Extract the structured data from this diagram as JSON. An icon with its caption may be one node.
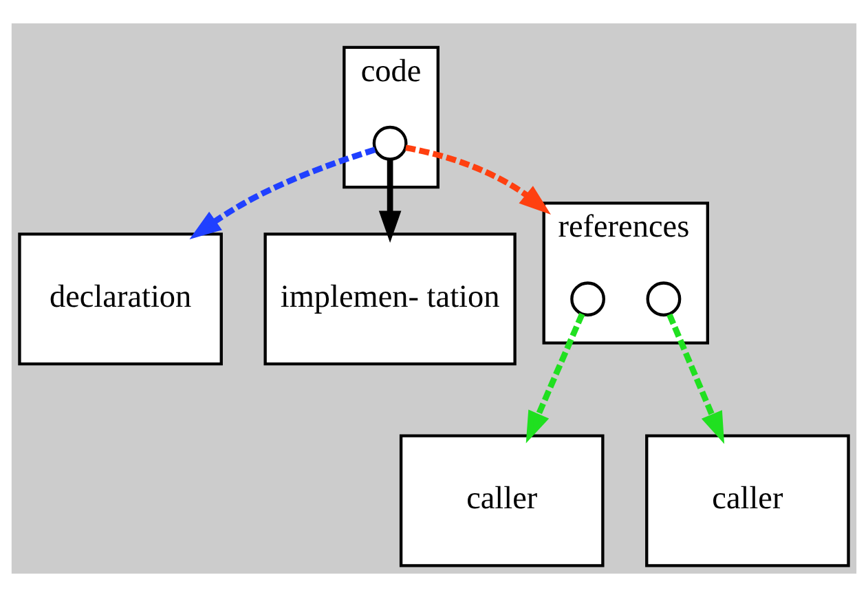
{
  "diagram": {
    "nodes": [
      {
        "text": [
          "declaration"
        ]
      },
      {
        "text": [
          "code"
        ]
      },
      {
        "text": [],
        "shape": "circle",
        "in": 1
      },
      {
        "text": [
          "implemen- tation"
        ]
      },
      {
        "text": [
          "caller"
        ]
      },
      {
        "text": [
          "caller"
        ]
      },
      {
        "text": [
          "references"
        ]
      },
      {
        "text": [],
        "shape": "circle",
        "in": 6
      },
      {
        "text": [],
        "shape": "circle",
        "in": 6
      }
    ],
    "edges": [
      {
        "from": 2,
        "to": 0,
        "arrow": "to",
        "style": "dashed",
        "color": "#2040ff"
      },
      {
        "from": 2,
        "to": 3,
        "arrow": "to",
        "color": "#000000"
      },
      {
        "from": 2,
        "to": 6,
        "arrow": "to",
        "style": "dashed",
        "color": "#ff4010"
      },
      {
        "from": 7,
        "to": 5,
        "arrow": "to",
        "style": "dashed",
        "color": "#20e020"
      },
      {
        "from": 8,
        "to": 4,
        "arrow": "to",
        "style": "dashed",
        "color": "#20e020"
      }
    ]
  }
}
